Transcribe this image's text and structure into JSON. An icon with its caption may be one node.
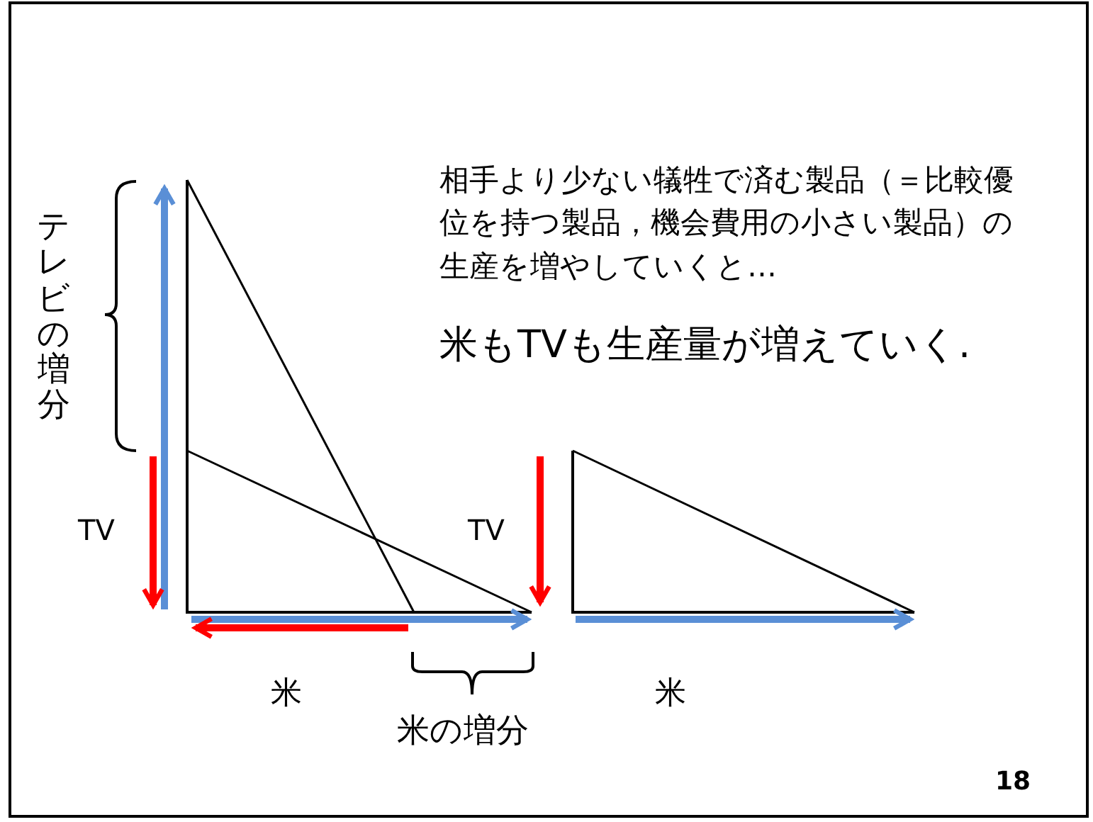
{
  "diagram": {
    "labels": [
      "相手より少ない犠牲で済む製品（＝比較優位を持つ製品，機会費用の小さい製品）の生産を増やしていくと…",
      "米もTVも生産量が増えていく.",
      "テレビの増分",
      "TV",
      "TV",
      "米",
      "米の増分",
      "米",
      "18"
    ]
  }
}
